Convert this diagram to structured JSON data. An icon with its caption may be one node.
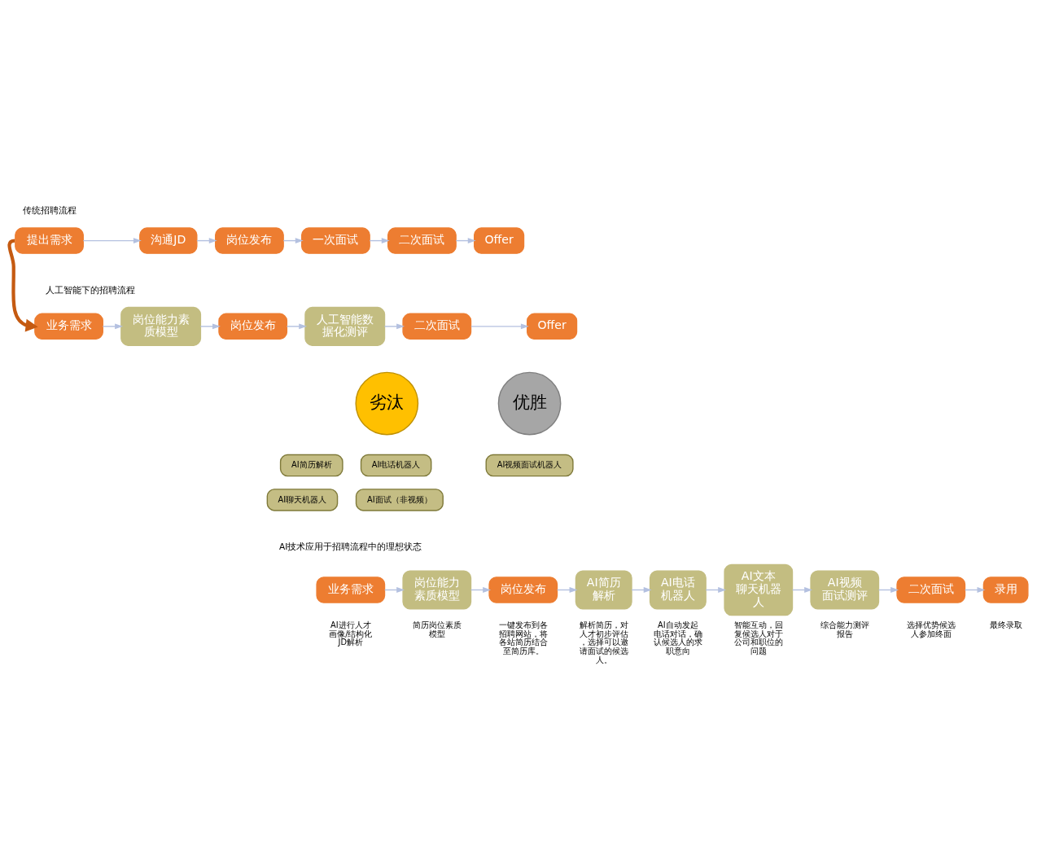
{
  "diagram": {
    "nodes": [
      {
        "text": [
          "提出需求"
        ]
      },
      {
        "text": [
          "沟通JD"
        ]
      },
      {
        "text": [
          "岗位发布"
        ]
      },
      {
        "text": [
          "一次面试"
        ]
      },
      {
        "text": [
          "二次面试"
        ]
      },
      {
        "text": [
          "Offer"
        ]
      },
      {
        "text": [
          "业务需求"
        ]
      },
      {
        "text": [
          "岗位能力素质模型"
        ]
      },
      {
        "text": [
          "岗位发布"
        ]
      },
      {
        "text": [
          "人工智能数据化测评"
        ]
      },
      {
        "text": [
          "二次面试"
        ]
      },
      {
        "text": [
          "Offer"
        ]
      },
      {
        "text": [
          "劣汰"
        ]
      },
      {
        "text": [
          "优胜"
        ]
      },
      {
        "text": [
          "AI简历解析"
        ]
      },
      {
        "text": [
          "AI电话机器人"
        ]
      },
      {
        "text": [
          "AI聊天机器人"
        ]
      },
      {
        "text": [
          "AI面试（非视频）"
        ]
      },
      {
        "text": [
          "AI视频面试机器人"
        ]
      },
      {
        "text": [
          "业务需求"
        ],
        "beside": [
          "AI进行人才画像/结构化JD解析"
        ]
      },
      {
        "text": [
          "岗位能力素质模型"
        ],
        "beside": [
          "简历岗位素质模型"
        ]
      },
      {
        "text": [
          "岗位发布"
        ],
        "beside": [
          "一键发布到各招聘网站，将各站简历结合至简历库。"
        ]
      },
      {
        "text": [
          "AI简历解析"
        ],
        "beside": [
          "解析简历，对人才初步评估，选择可以邀请面试的候选人。"
        ]
      },
      {
        "text": [
          "AI电话机器人"
        ],
        "beside": [
          "AI自动发起电话对话，确认候选人的求职意向"
        ]
      },
      {
        "text": [
          "AI文本聊天机器人"
        ],
        "beside": [
          "智能互动，回复候选人对于公司和职位的问题"
        ]
      },
      {
        "text": [
          "AI视频面试测评"
        ],
        "beside": [
          "综合能力测评报告"
        ]
      },
      {
        "text": [
          "二次面试"
        ],
        "beside": [
          "选择优势候选人参加终面"
        ]
      },
      {
        "text": [
          "录用"
        ],
        "beside": [
          "最终录取"
        ]
      }
    ],
    "edges": [
      {
        "from": 0,
        "to": 1,
        "arrow": "to"
      },
      {
        "from": 1,
        "to": 2,
        "arrow": "to"
      },
      {
        "from": 2,
        "to": 3,
        "arrow": "to"
      },
      {
        "from": 3,
        "to": 4,
        "arrow": "to"
      },
      {
        "from": 4,
        "to": 5,
        "arrow": "to"
      },
      {
        "from": 0,
        "to": 6,
        "arrow": "to",
        "style": "thick",
        "color": "#c55a11"
      },
      {
        "from": 6,
        "to": 7,
        "arrow": "to"
      },
      {
        "from": 7,
        "to": 8,
        "arrow": "to"
      },
      {
        "from": 8,
        "to": 9,
        "arrow": "to"
      },
      {
        "from": 9,
        "to": 10,
        "arrow": "to"
      },
      {
        "from": 10,
        "to": 11,
        "arrow": "to"
      },
      {
        "from": 19,
        "to": 20,
        "arrow": "to"
      },
      {
        "from": 20,
        "to": 21,
        "arrow": "to"
      },
      {
        "from": 21,
        "to": 22,
        "arrow": "to"
      },
      {
        "from": 22,
        "to": 23,
        "arrow": "to"
      },
      {
        "from": 23,
        "to": 24,
        "arrow": "to"
      },
      {
        "from": 24,
        "to": 25,
        "arrow": "to"
      },
      {
        "from": 25,
        "to": 26,
        "arrow": "to"
      },
      {
        "from": 26,
        "to": 27,
        "arrow": "to"
      }
    ],
    "labels": [
      "传统招聘流程",
      "人工智能下的招聘流程",
      "AI技术应用于招聘流程中的理想状态"
    ]
  }
}
